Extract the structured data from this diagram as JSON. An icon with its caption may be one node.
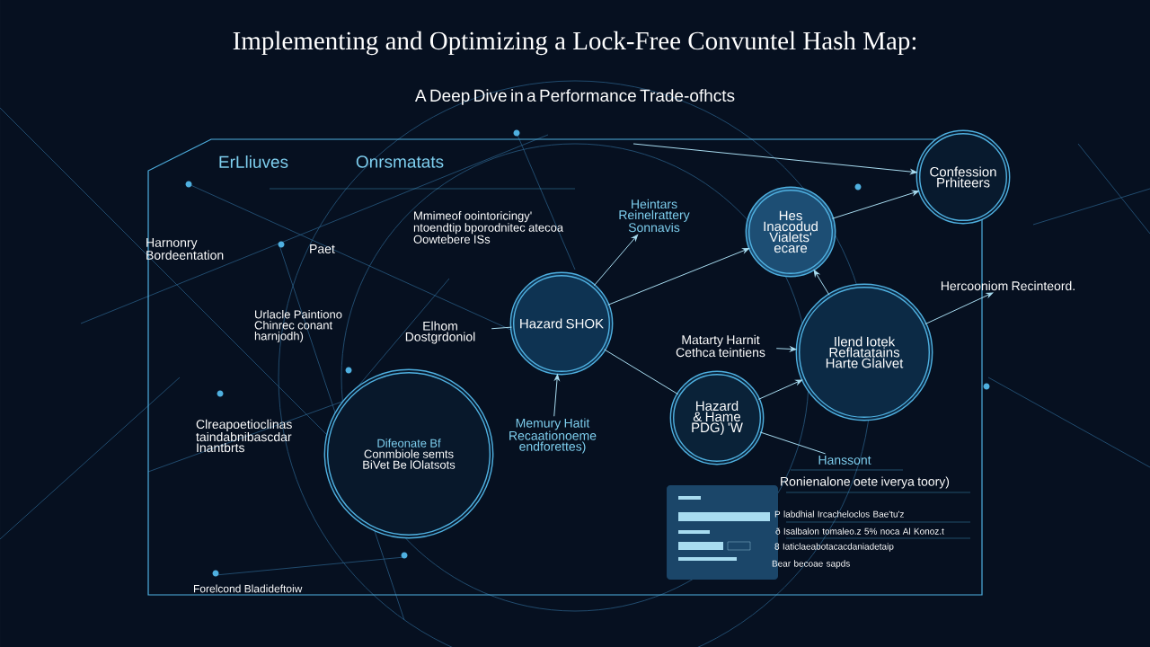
{
  "diagram": {
    "title": "Implementing and Optimizing a Lock-Free Convuntel Hash Map:",
    "nodes": [
      {
        "text": [
          "Hazard SHOK"
        ]
      },
      {
        "text": [
          "Hes Inacodud Vialets' ecare"
        ]
      },
      {
        "text": [
          "Confession Prhiteers"
        ]
      },
      {
        "text": [
          "Ilend Iotek Reflatatains Harte Glalvet"
        ]
      },
      {
        "text": [
          "Hazard & Hame PDG) 'W"
        ]
      },
      {
        "text": [
          "Difeonate Bf",
          "Conmbiole semts BiVet Be lOlatsots"
        ]
      },
      {
        "text": [
          "Heintars Reinelrattery Sonnavis"
        ]
      },
      {
        "text": [
          "Elhom Dostgrdoniol"
        ]
      },
      {
        "text": [
          "Matarty Harnit Cethca teintiens"
        ]
      },
      {
        "text": [
          "Hercooniom Recinteord."
        ]
      },
      {
        "text": [
          "Memury Hatit Recaationoeme endforettes)"
        ]
      },
      {
        "text": [
          "Hanssont"
        ]
      }
    ],
    "edges": [
      {
        "from": 0,
        "to": 6,
        "arrow": "to"
      },
      {
        "from": 0,
        "to": 1,
        "arrow": "to"
      },
      {
        "from": 3,
        "to": 1,
        "arrow": "to"
      },
      {
        "from": 1,
        "to": 2,
        "arrow": "to"
      },
      {
        "from": null,
        "to": 2,
        "arrow": "to"
      },
      {
        "from": 8,
        "to": 3,
        "arrow": "to"
      },
      {
        "from": 4,
        "to": 3,
        "arrow": "to"
      },
      {
        "from": 3,
        "to": 9,
        "arrow": "to"
      },
      {
        "from": 0,
        "to": 4,
        "arrow": "none"
      },
      {
        "from": 7,
        "to": 0,
        "arrow": "none"
      },
      {
        "from": 10,
        "to": 0,
        "arrow": "to"
      },
      {
        "from": 4,
        "to": 11,
        "arrow": "none"
      }
    ],
    "labels": [
      "A Deep Dive in a Performance Trade-ofhcts",
      "ErLliuves",
      "Onrsmatats",
      "Harnonry Bordeentation",
      "Paet",
      "Mmimeof oointoricingy' ntoendtip bporodnitec atecoa Oowtebere ISs",
      "Urlacle Paintiono Chinrec conant harnjodh)",
      "Clreapoetioclinas taindabnibascdar Inantbrts",
      "Forelcond Bladideftoiw",
      "Ronienalone oete iverya toory)",
      "P labdhial Ircacheloclos Bae'tu'z",
      "ð Isalbalon tomaleo.z 5% noca Al Konoz.t",
      "8 Iaticlaeabotacacdaniadetaip",
      "Bear becoae sapds"
    ]
  }
}
